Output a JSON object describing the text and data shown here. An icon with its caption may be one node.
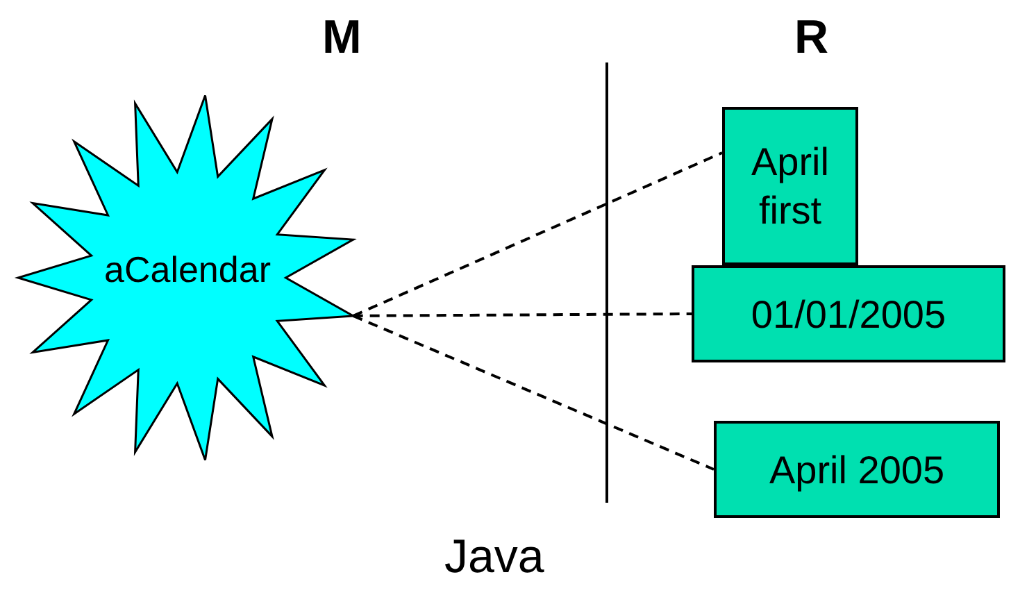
{
  "diagram": {
    "nodes": [
      {
        "text": [
          "aCalendar"
        ]
      },
      {
        "text": [
          "April first"
        ]
      },
      {
        "text": [
          "01/01/2005"
        ]
      },
      {
        "text": [
          "April 2005"
        ]
      }
    ],
    "edges": [
      {
        "from": 0,
        "to": 1,
        "arrow": "none",
        "style": "dashed"
      },
      {
        "from": 0,
        "to": 2,
        "arrow": "none",
        "style": "dashed"
      },
      {
        "from": 0,
        "to": 3,
        "arrow": "none",
        "style": "dashed"
      }
    ],
    "labels": [
      "M",
      "R",
      "Java"
    ]
  }
}
